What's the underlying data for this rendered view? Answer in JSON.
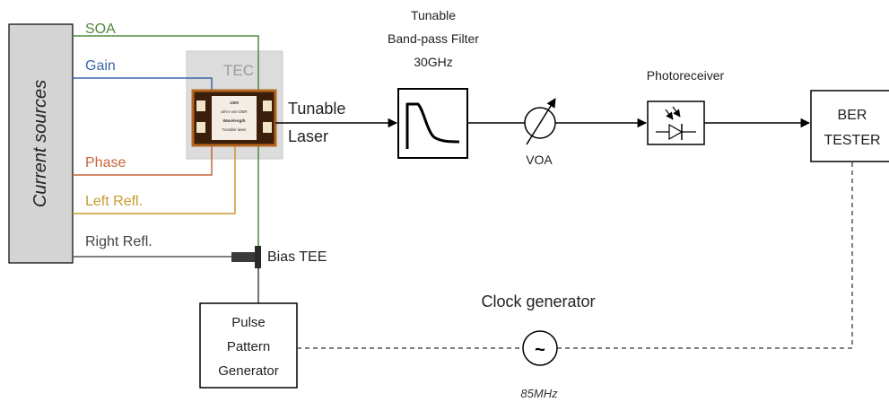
{
  "current_sources": {
    "label": "Current sources"
  },
  "signals": {
    "soa": "SOA",
    "gain": "Gain",
    "phase": "Phase",
    "left_refl": "Left Refl.",
    "right_refl": "Right Refl."
  },
  "tec": {
    "label": "TEC",
    "chip_text": [
      "1300",
      "all-in-one DBR",
      "Wavelength",
      "Tunable laser"
    ]
  },
  "laser": {
    "line1": "Tunable",
    "line2": "Laser"
  },
  "filter": {
    "line1": "Tunable",
    "line2": "Band-pass Filter",
    "line3": "30GHz"
  },
  "voa": {
    "label": "VOA"
  },
  "photoreceiver": {
    "label": "Photoreceiver"
  },
  "ber_tester": {
    "line1": "BER",
    "line2": "TESTER"
  },
  "bias_tee": {
    "label": "Bias TEE"
  },
  "pulse_generator": {
    "line1": "Pulse",
    "line2": "Pattern",
    "line3": "Generator"
  },
  "clock": {
    "label": "Clock generator",
    "symbol": "~",
    "frequency": "85MHz"
  },
  "colors": {
    "soa": "#4f8a3c",
    "gain": "#3a66a8",
    "phase": "#c8643a",
    "left_refl": "#c99a2e",
    "right_refl": "#555555",
    "current_box": "#d4d4d4",
    "tec_box": "#dcdcdc",
    "chip_frame": "#b5651d"
  }
}
